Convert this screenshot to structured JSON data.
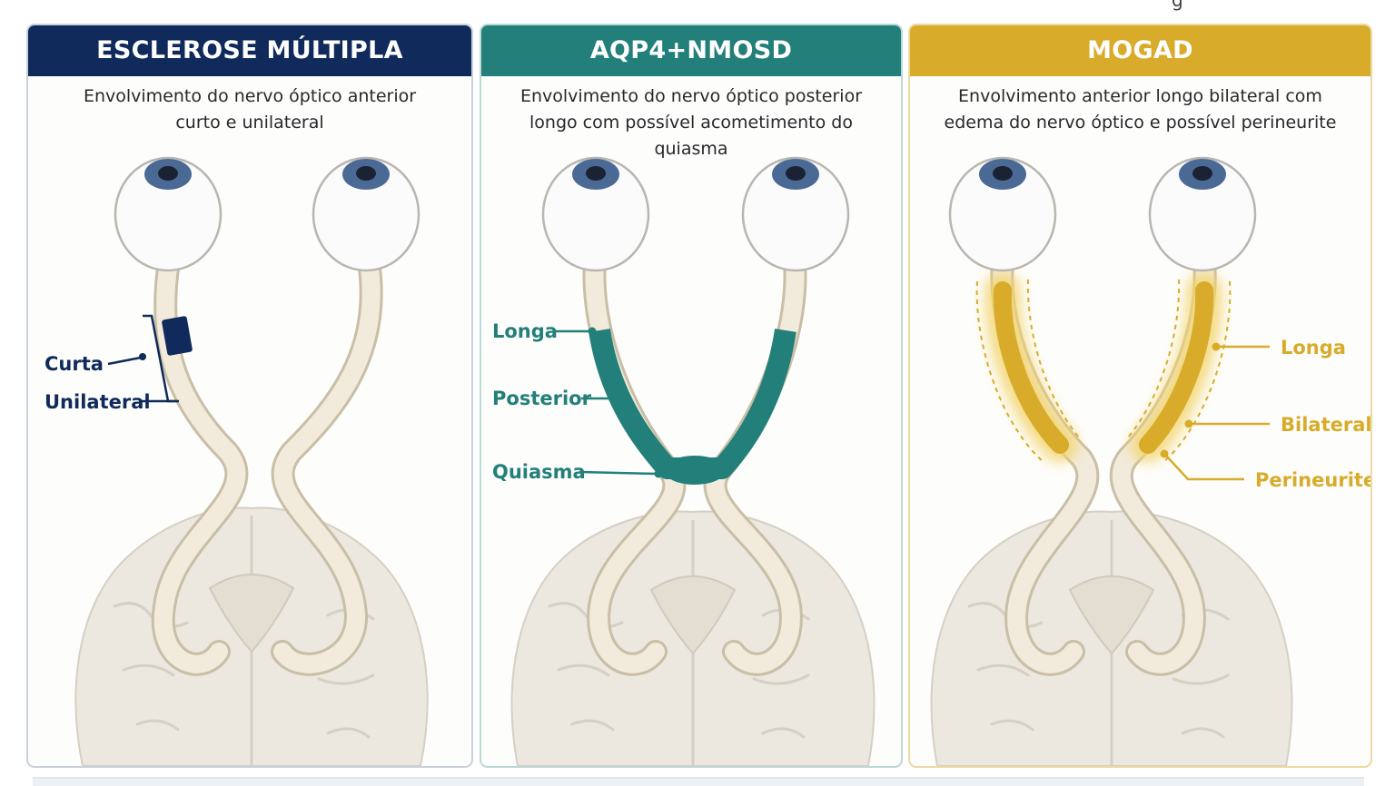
{
  "panels": [
    {
      "title": "ESCLEROSE MÚLTIPLA",
      "description_lines": [
        "Envolvimento do nervo óptico anterior",
        "curto e unilateral"
      ],
      "labels": [
        "Curta",
        "Unilateral"
      ],
      "accent_color": "#0f2a5b"
    },
    {
      "title": "AQP4+NMOSD",
      "description_lines": [
        "Envolvimento do nervo óptico posterior",
        "longo com possível acometimento do quiasma"
      ],
      "labels": [
        "Longa",
        "Posterior",
        "Quiasma"
      ],
      "accent_color": "#227f7a"
    },
    {
      "title": "MOGAD",
      "description_lines": [
        "Envolvimento anterior longo bilateral com",
        "edema do nervo óptico e possível perineurite"
      ],
      "labels": [
        "Longa",
        "Bilateral",
        "Perineurite"
      ],
      "accent_color": "#d8ac2a"
    }
  ],
  "top_fragment": "g",
  "colors": {
    "nerve_fill": "#f2ebdc",
    "nerve_stroke": "#c9bea6",
    "brain_fill": "#ece8e0",
    "iris": "#4a6a95"
  }
}
